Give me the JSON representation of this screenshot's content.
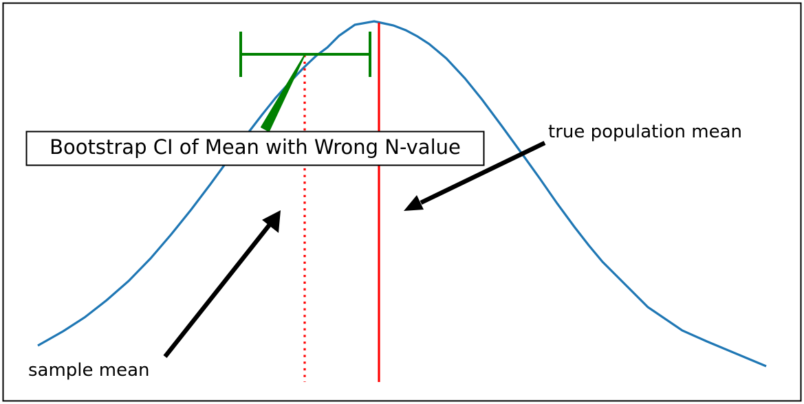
{
  "annotations": {
    "ci_label": "Bootstrap CI of Mean with Wrong N-value",
    "true_mean_label": "true population mean",
    "sample_mean_label": "sample mean"
  },
  "colors": {
    "curve": "#1f77b4",
    "true_mean_line": "#ff0000",
    "sample_mean_line": "#ff0000",
    "ci_bar": "#008000",
    "arrows": "#000000",
    "frame": "#000000"
  },
  "lines": {
    "true_mean_style": "solid",
    "sample_mean_style": "dotted"
  }
}
